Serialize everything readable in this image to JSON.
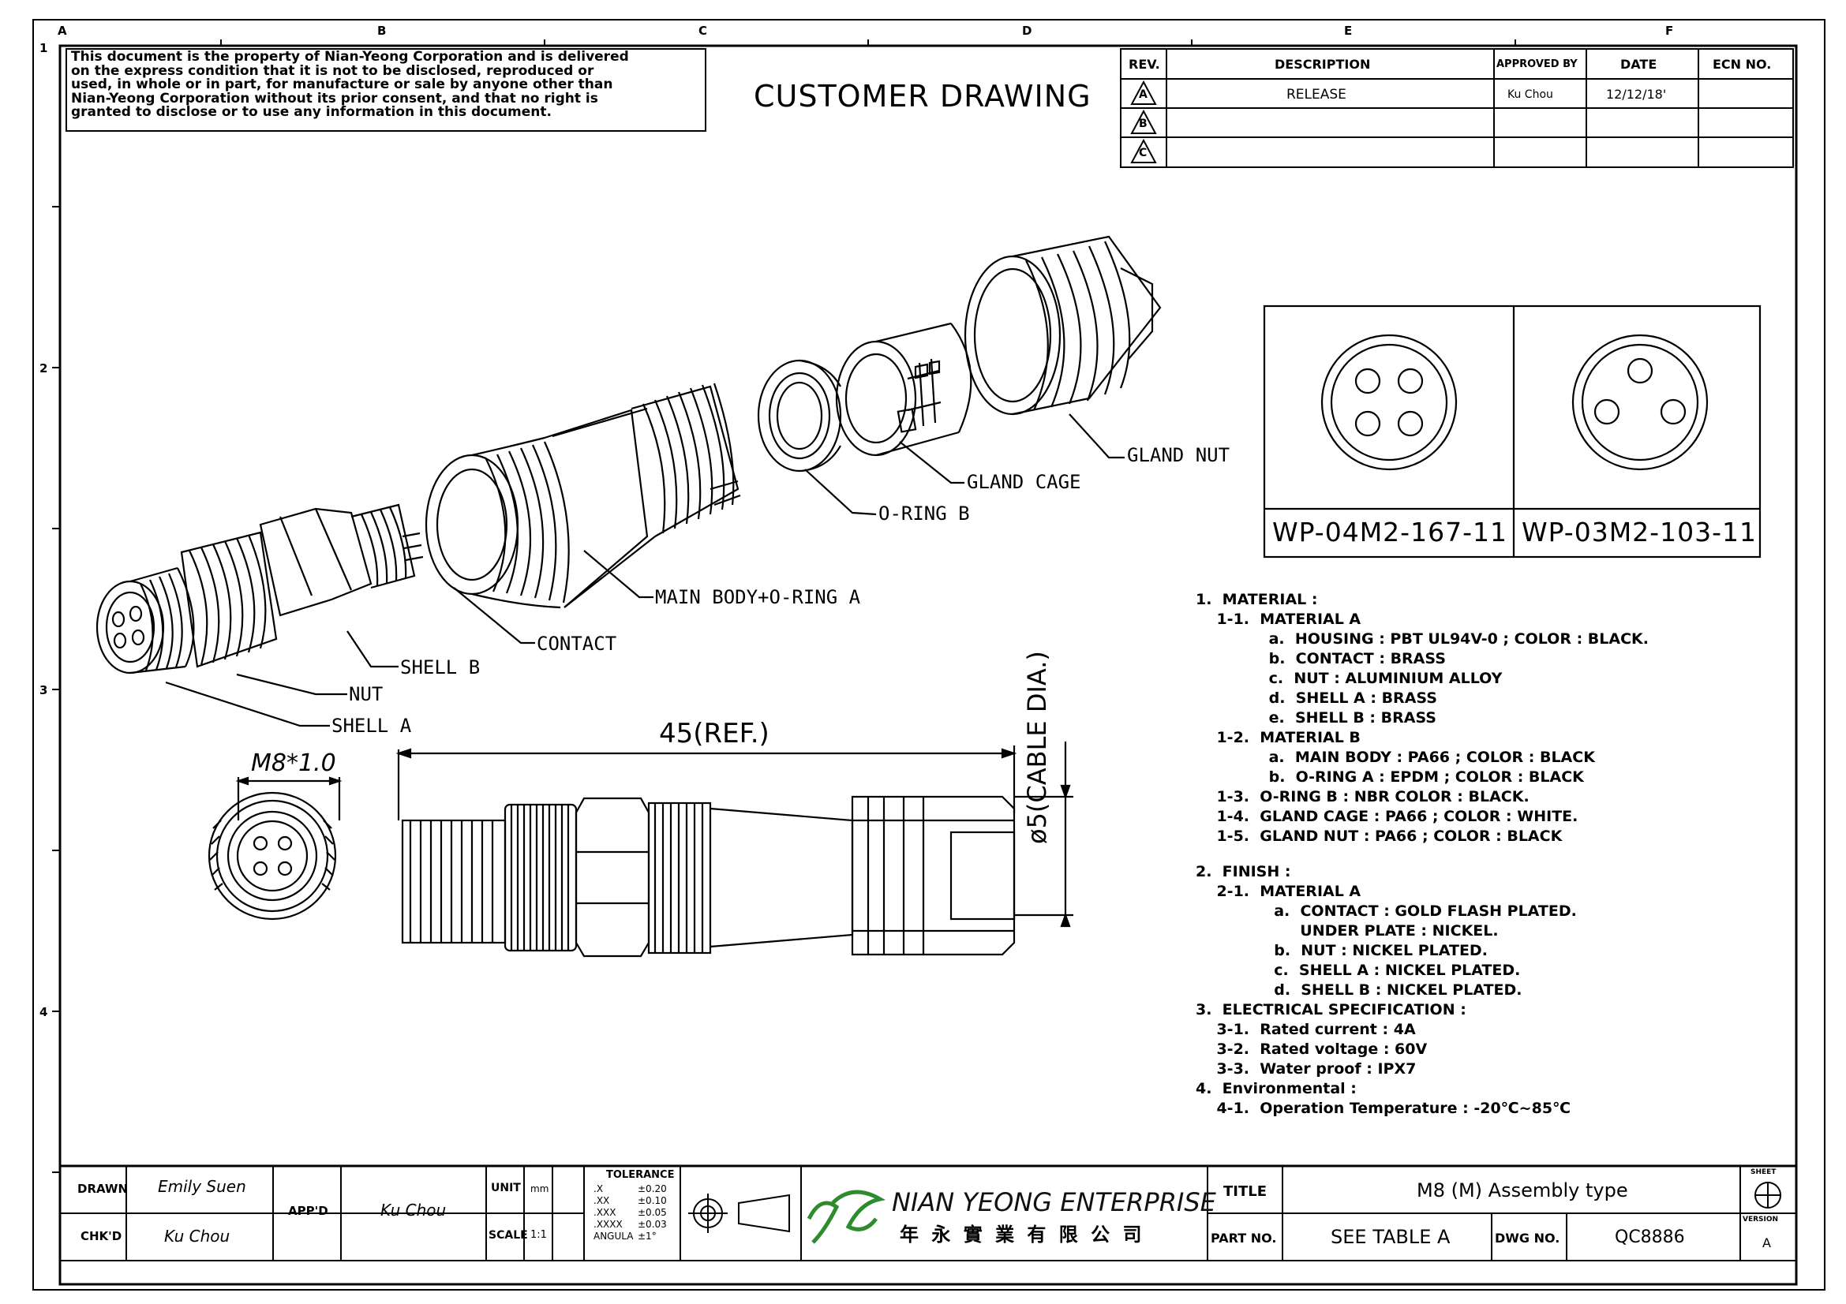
{
  "grid": {
    "columns": [
      "A",
      "B",
      "C",
      "D",
      "E",
      "F"
    ],
    "rows": [
      "1",
      "2",
      "3",
      "4"
    ]
  },
  "notice": [
    "This document is the property of Nian-Yeong Corporation and is delivered",
    "on  the  express condition that it is not to be disclosed, reproduced or",
    "used, in whole or in part, for manufacture or sale by anyone other than",
    "Nian-Yeong Corporation without  its prior consent, and that  no right  is",
    "granted to disclose or to use any information in this  document."
  ],
  "drawing_title": "CUSTOMER  DRAWING",
  "revision_table": {
    "headers": [
      "REV.",
      "DESCRIPTION",
      "APPROVED BY",
      "DATE",
      "ECN NO."
    ],
    "rows": [
      {
        "rev": "A",
        "description": "RELEASE",
        "approved": "Ku Chou",
        "date": "12/12/18'",
        "ecn": ""
      },
      {
        "rev": "B",
        "description": "",
        "approved": "",
        "date": "",
        "ecn": ""
      },
      {
        "rev": "C",
        "description": "",
        "approved": "",
        "date": "",
        "ecn": ""
      }
    ]
  },
  "callouts": {
    "gland_nut": "GLAND NUT",
    "gland_cage": "GLAND CAGE",
    "o_ring_b": "O-RING B",
    "main_body": "MAIN BODY+O-RING A",
    "contact": "CONTACT",
    "shell_b": "SHELL B",
    "nut": "NUT",
    "shell_a": "SHELL A"
  },
  "dimensions": {
    "thread": "M8*1.0",
    "length": "45(REF.)",
    "cable": "ø5(CABLE DIA.)"
  },
  "pin_views": [
    {
      "part_no": "WP-04M2-167-11",
      "pins": 4
    },
    {
      "part_no": "WP-03M2-103-11",
      "pins": 3
    }
  ],
  "notes": [
    "1.  MATERIAL :",
    "    1-1.  MATERIAL A",
    "              a.  HOUSING : PBT UL94V-0 ; COLOR : BLACK.",
    "              b.  CONTACT : BRASS",
    "              c.  NUT : ALUMINIUM ALLOY",
    "              d.  SHELL A : BRASS",
    "              e.  SHELL B : BRASS",
    "    1-2.  MATERIAL B",
    "              a.  MAIN BODY : PA66 ; COLOR : BLACK",
    "              b.  O-RING A : EPDM ; COLOR : BLACK",
    "    1-3.  O-RING B : NBR COLOR : BLACK.",
    "    1-4.  GLAND CAGE : PA66 ; COLOR : WHITE.",
    "    1-5.  GLAND NUT : PA66 ; COLOR : BLACK",
    "",
    "2.  FINISH :",
    "    2-1.  MATERIAL A",
    "               a.  CONTACT : GOLD FLASH PLATED.",
    "                    UNDER PLATE : NICKEL.",
    "               b.  NUT : NICKEL PLATED.",
    "               c.  SHELL A : NICKEL PLATED.",
    "               d.  SHELL B : NICKEL PLATED.",
    "3.  ELECTRICAL SPECIFICATION :",
    "    3-1.  Rated current : 4A",
    "    3-2.  Rated voltage : 60V",
    "    3-3.  Water proof : IPX7",
    "4.  Environmental :",
    "    4-1.  Operation Temperature : -20℃~85℃"
  ],
  "title_block": {
    "drawn_label": "DRAWN",
    "drawn": "Emily Suen",
    "chkd_label": "CHK'D",
    "chkd": "Ku Chou",
    "appd_label": "APP'D",
    "appd": "Ku Chou",
    "unit_label": "UNIT",
    "unit": "mm",
    "scale_label": "SCALE",
    "scale": "1:1",
    "tolerance": {
      "title": "TOLERANCE",
      "rows": [
        {
          "k": ".X",
          "v": "±0.20"
        },
        {
          "k": ".XX",
          "v": "±0.10"
        },
        {
          "k": ".XXX",
          "v": "±0.05"
        },
        {
          "k": ".XXXX",
          "v": "±0.03"
        },
        {
          "k": "ANGULA",
          "v": "±1°"
        }
      ]
    },
    "company_en": "NIAN YEONG ENTERPRISE",
    "company_zh": "年 永 實 業 有 限 公 司",
    "title_label": "TITLE",
    "title": "M8 (M) Assembly type",
    "part_label": "PART NO.",
    "part": "SEE TABLE A",
    "dwg_label": "DWG NO.",
    "dwg": "QC8886",
    "sheet_label": "SHEET",
    "version_label": "VERSION",
    "version": "A"
  },
  "colors": {
    "ink": "#000000",
    "logo": "#2e8b2e"
  }
}
